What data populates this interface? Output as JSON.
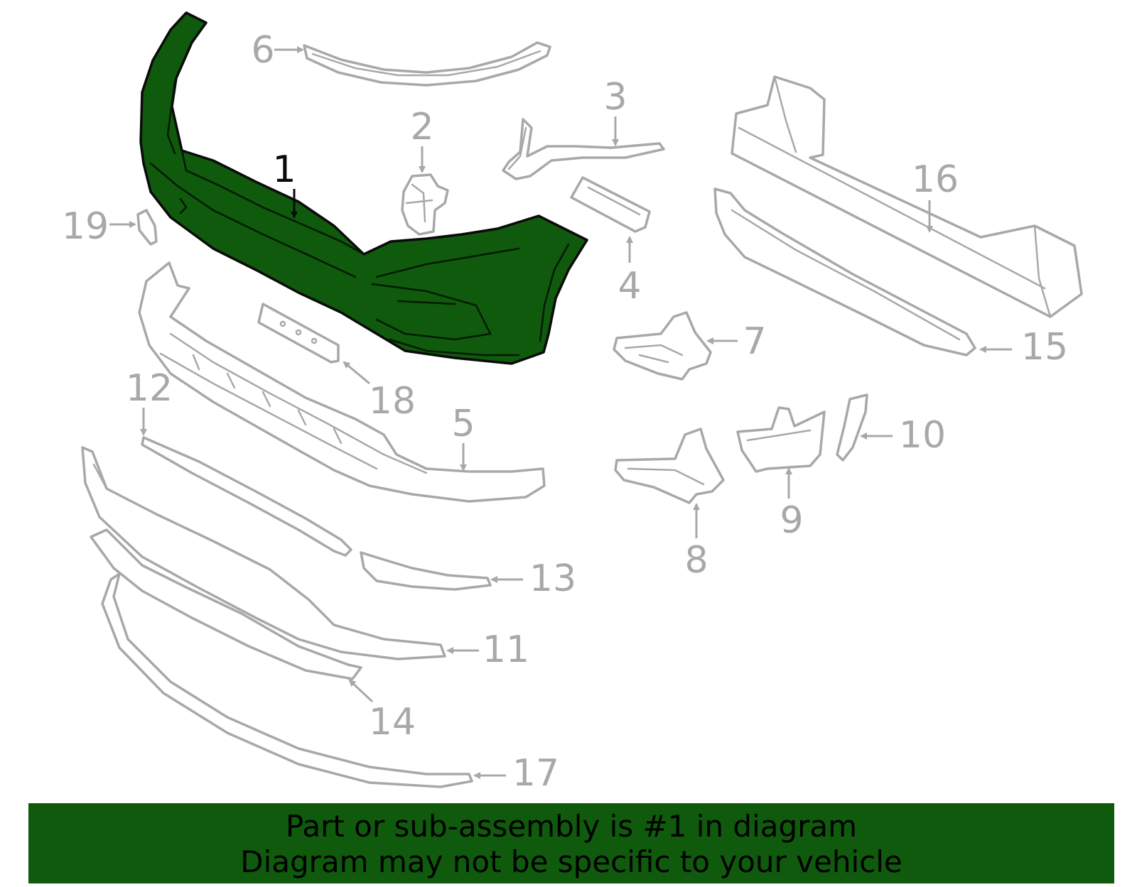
{
  "diagram": {
    "highlighted_part": "1",
    "callouts": [
      "1",
      "2",
      "3",
      "4",
      "5",
      "6",
      "7",
      "8",
      "9",
      "10",
      "11",
      "12",
      "13",
      "14",
      "15",
      "16",
      "17",
      "18",
      "19"
    ]
  },
  "banner": {
    "line1": "Part or sub-assembly is #1 in diagram",
    "line2": "Diagram may not be specific to your vehicle",
    "color": "#0f5a0c"
  },
  "colors": {
    "highlight": "#0f5a0c",
    "outline": "#a8a8a8"
  }
}
